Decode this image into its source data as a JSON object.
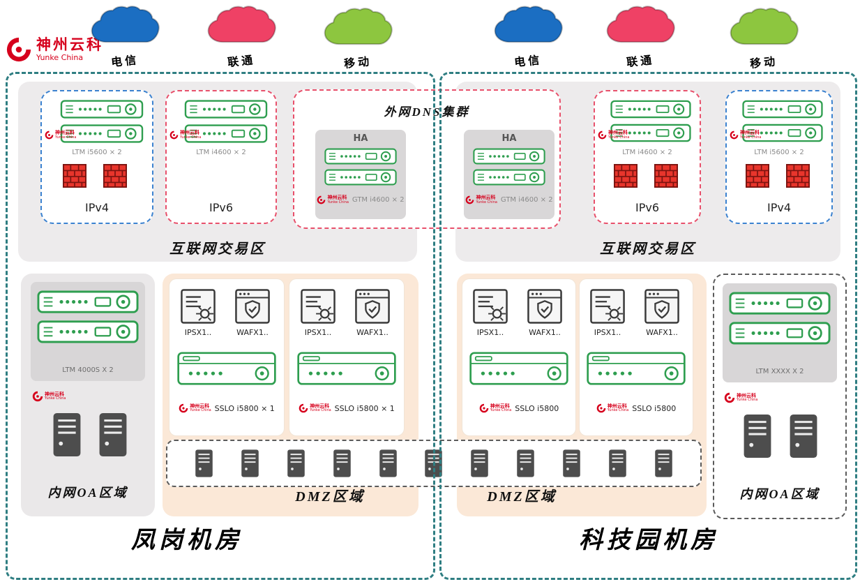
{
  "brand": {
    "name": "神州云科",
    "name_en": "Yunke China",
    "color": "#d6001c"
  },
  "isps": [
    {
      "label": "电信",
      "color": "#1b6ec2"
    },
    {
      "label": "联通",
      "color": "#ef4165"
    },
    {
      "label": "移动",
      "color": "#8dc63f"
    }
  ],
  "dns_cluster": {
    "title": "外网DNS集群",
    "ha_label": "HA",
    "device_label": "GTM i4600 × 2"
  },
  "left_dc": {
    "name": "凤岗机房",
    "internet_zone_label": "互联网交易区",
    "ipv4_box": {
      "device_label": "LTM i5600 × 2",
      "zone_label": "IPv4"
    },
    "ipv6_box": {
      "device_label": "LTM i4600 × 2",
      "zone_label": "IPv6"
    },
    "oa_zone": {
      "device_label": "LTM 4000S X 2",
      "zone_label": "内网OA区域"
    },
    "dmz_zone": {
      "zone_label": "DMZ区域",
      "group1": {
        "ips_label": "IPSX1..",
        "waf_label": "WAFX1..",
        "sslo_label": "SSLO i5800 × 1"
      },
      "group2": {
        "ips_label": "IPSX1..",
        "waf_label": "WAFX1..",
        "sslo_label": "SSLO i5800 × 1"
      }
    }
  },
  "right_dc": {
    "name": "科技园机房",
    "internet_zone_label": "互联网交易区",
    "ipv6_box": {
      "device_label": "LTM i4600 × 2",
      "zone_label": "IPv6"
    },
    "ipv4_box": {
      "device_label": "LTM i5600 × 2",
      "zone_label": "IPv4"
    },
    "oa_zone": {
      "device_label": "LTM XXXX X 2",
      "zone_label": "内网OA区域"
    },
    "dmz_zone": {
      "zone_label": "DMZ区域",
      "group1": {
        "ips_label": "IPSX1..",
        "waf_label": "WAFX1..",
        "sslo_label": "SSLO i5800"
      },
      "group2": {
        "ips_label": "IPSX1..",
        "waf_label": "WAFX1..",
        "sslo_label": "SSLO i5800"
      }
    }
  },
  "dmz_server_row": {
    "server_count": 11
  },
  "colors": {
    "teal_border": "#2f7e82",
    "zone_gray": "#edebec",
    "dmz_peach": "#fbe8d7",
    "ipv4_border": "#3b82d0",
    "ipv6_border": "#e8506b",
    "device_green": "#2e9e4f",
    "firewall_red": "#e8352c"
  }
}
